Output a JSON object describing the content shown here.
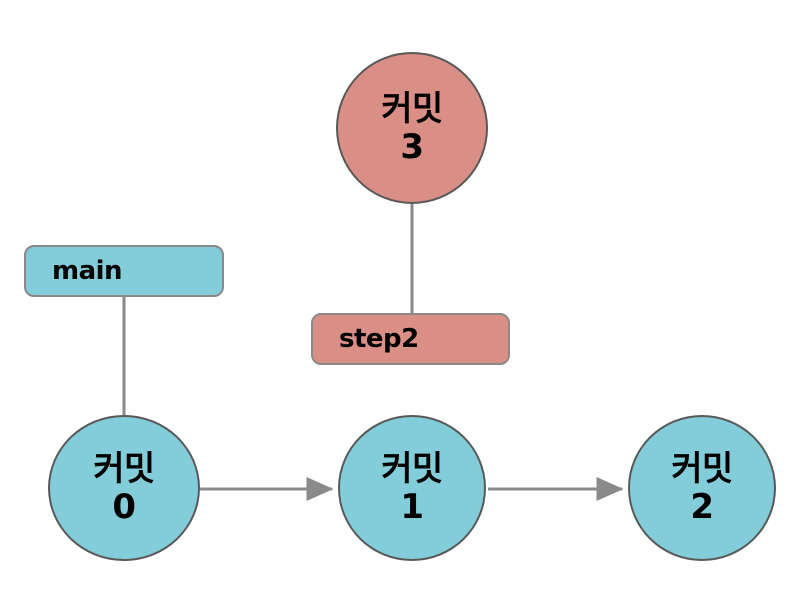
{
  "diagram": {
    "title": "git-commit-branch-graph",
    "background_color": "#ffffff",
    "palette": {
      "commit_cyan": "#82cdd9",
      "commit_salmon": "#d98f85",
      "edge_gray": "#8a8a8a",
      "node_border": "#595959",
      "text": "#000000"
    },
    "nodes": [
      {
        "id": "commit0",
        "line1": "커밋",
        "line2": "0",
        "color": "#82cdd9",
        "shape": "circle"
      },
      {
        "id": "commit1",
        "line1": "커밋",
        "line2": "1",
        "color": "#82cdd9",
        "shape": "circle"
      },
      {
        "id": "commit2",
        "line1": "커밋",
        "line2": "2",
        "color": "#82cdd9",
        "shape": "circle"
      },
      {
        "id": "commit3",
        "line1": "커밋",
        "line2": "3",
        "color": "#d98f85",
        "shape": "circle"
      }
    ],
    "branch_labels": [
      {
        "id": "main",
        "text": "main",
        "color": "#82cdd9",
        "points_to": "commit0"
      },
      {
        "id": "step2",
        "text": "step2",
        "color": "#d98f85",
        "points_to": "commit3"
      }
    ],
    "edges": [
      {
        "from": "commit0",
        "to": "commit1",
        "style": "arrow"
      },
      {
        "from": "commit1",
        "to": "commit2",
        "style": "arrow"
      },
      {
        "from": "main",
        "to": "commit0",
        "style": "line"
      },
      {
        "from": "commit3",
        "to": "step2",
        "style": "line"
      }
    ]
  }
}
